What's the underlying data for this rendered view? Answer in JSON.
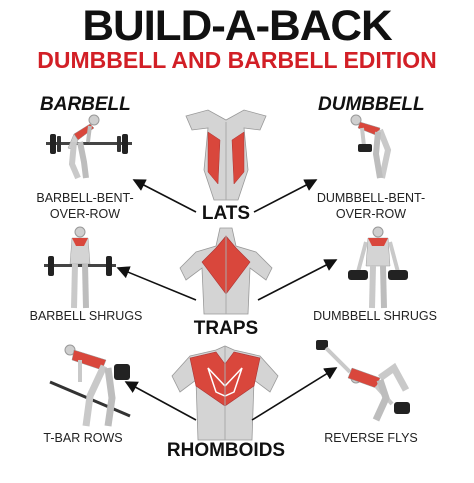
{
  "title": "BUILD-A-BACK",
  "subtitle": "DUMBBELL AND BARBELL EDITION",
  "columns": {
    "left": "BARBELL",
    "right": "DUMBBELL"
  },
  "muscles": {
    "lats": "LATS",
    "traps": "TRAPS",
    "rhomboids": "RHOMBOIDS"
  },
  "exercises": {
    "barbell_row_line1": "BARBELL-BENT-",
    "barbell_row_line2": "OVER-ROW",
    "dumbbell_row_line1": "DUMBBELL-BENT-",
    "dumbbell_row_line2": "OVER-ROW",
    "barbell_shrugs": "BARBELL SHRUGS",
    "dumbbell_shrugs": "DUMBBELL SHRUGS",
    "tbar_rows": "T-BAR ROWS",
    "reverse_flys": "REVERSE FLYS"
  },
  "colors": {
    "accent": "#d21f26",
    "text": "#111111",
    "muscle": "#d9473c",
    "skin": "#d8d8d8"
  },
  "icons": [
    "barbell-row-figure",
    "lats-figure",
    "dumbbell-row-figure",
    "barbell-shrug-figure",
    "traps-figure",
    "dumbbell-shrug-figure",
    "tbar-row-figure",
    "rhomboids-figure",
    "reverse-fly-figure"
  ]
}
